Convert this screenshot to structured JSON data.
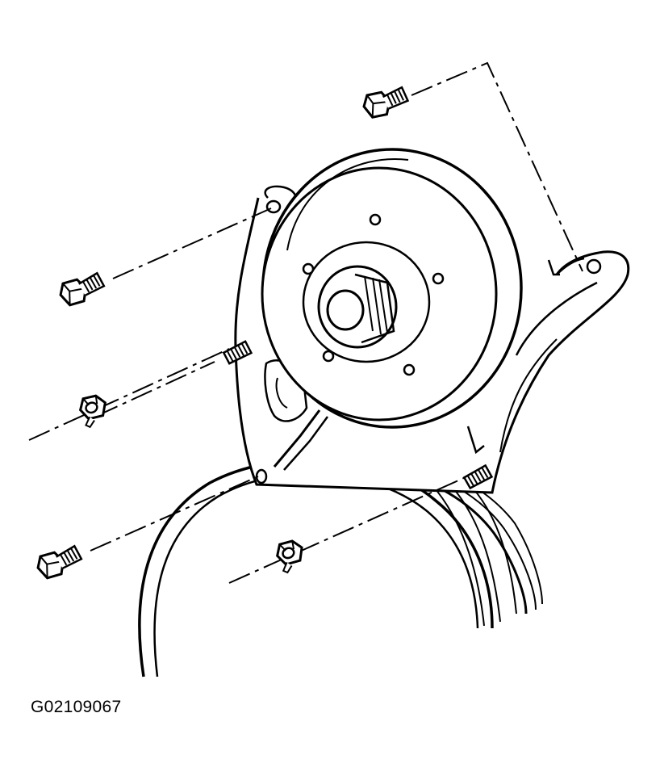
{
  "figure": {
    "code": "G02109067"
  },
  "colors": {
    "line": "#000000",
    "background": "#ffffff"
  },
  "parts": [
    {
      "name": "upper-bracket-bolt"
    },
    {
      "name": "upper-left-flange-bolt"
    },
    {
      "name": "stud"
    },
    {
      "name": "upper-nut"
    },
    {
      "name": "lower-left-bolt"
    },
    {
      "name": "lower-nut"
    },
    {
      "name": "lower-right-stud"
    },
    {
      "name": "pump-pulley"
    },
    {
      "name": "mounting-bracket"
    },
    {
      "name": "crank-pulley"
    }
  ]
}
